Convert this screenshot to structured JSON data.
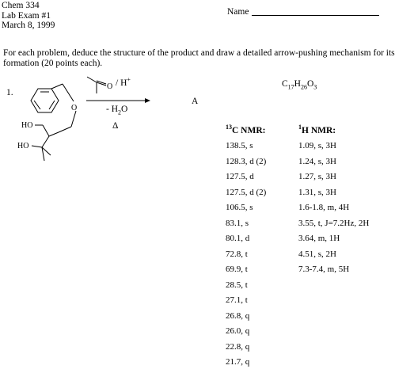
{
  "header": {
    "lines": [
      "Chem 334",
      "Lab Exam #1",
      "March 8,  1999"
    ],
    "name_label": "Name"
  },
  "instructions": "For each problem, deduce the structure of the product and draw a detailed arrow-pushing mechanism for its formation (20 points each).",
  "problem": {
    "number": "1.",
    "reagent_hplus": "/ H",
    "reagent_hplus_sup": "+",
    "reagent_minus_pre": "- H",
    "reagent_minus_sub": "2",
    "reagent_minus_post": "O",
    "reagent_heat": "Δ",
    "product_label": "A",
    "atoms": {
      "carbonyl_o": "O",
      "ether_o": "O",
      "ho1": "HO",
      "ho2": "HO"
    },
    "formula": {
      "c": "C",
      "c_n": "17",
      "h": "H",
      "h_n": "26",
      "o": "O",
      "o_n": "3"
    }
  },
  "c13": {
    "header_sup": "13",
    "header": "C NMR:",
    "rows": [
      "138.5, s",
      "128.3, d (2)",
      "127.5, d",
      "127.5, d (2)",
      "106.5, s",
      "83.1, s",
      "80.1, d",
      "72.8, t",
      "69.9, t",
      "28.5, t",
      "27.1, t",
      "26.8, q",
      "26.0, q",
      "22.8, q",
      "21.7, q"
    ]
  },
  "h1": {
    "header_sup": "1",
    "header": "H NMR:",
    "rows": [
      "1.09, s, 3H",
      "1.24, s, 3H",
      "1.27, s, 3H",
      "1.31, s, 3H",
      "1.6-1.8, m, 4H",
      "3.55, t, J=7.2Hz, 2H",
      "3.64, m, 1H",
      "4.51, s, 2H",
      "7.3-7.4, m, 5H"
    ]
  }
}
